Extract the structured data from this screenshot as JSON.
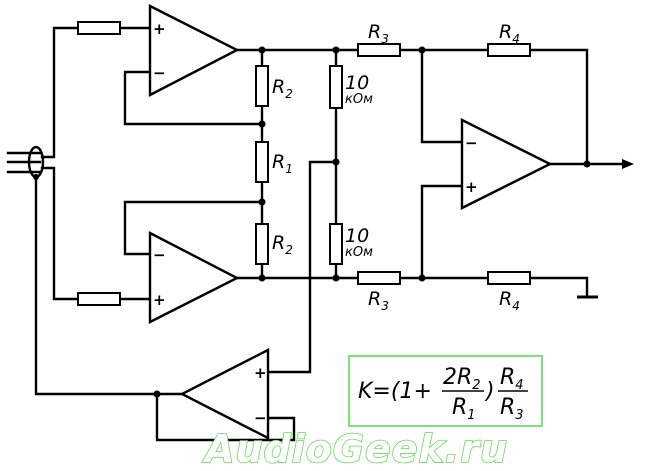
{
  "labels": {
    "r1": "R",
    "r1_sub": "1",
    "r2_top": "R",
    "r2_top_sub": "2",
    "r2_bottom": "R",
    "r2_bottom_sub": "2",
    "r3_top": "R",
    "r3_top_sub": "3",
    "r3_bottom": "R",
    "r3_bottom_sub": "3",
    "r4_top": "R",
    "r4_top_sub": "4",
    "r4_bottom": "R",
    "r4_bottom_sub": "4",
    "res_top_value": "10",
    "res_top_unit": "кОм",
    "res_bottom_value": "10",
    "res_bottom_unit": "кОм"
  },
  "opamp_signs": {
    "plus": "+",
    "minus": "−"
  },
  "formula": {
    "lhs": "K=(1+",
    "two": "2",
    "num_r": "R",
    "num_r_sub": "2",
    "den_r": "R",
    "den_r_sub": "1",
    "close": ")",
    "frac2_num": "R",
    "frac2_num_sub": "4",
    "frac2_den": "R",
    "frac2_den_sub": "3"
  },
  "watermark": "AudioGeek.ru",
  "colors": {
    "wire": "#000000",
    "formula_box": "#7ee07a",
    "watermark_outline": "#67d957"
  }
}
